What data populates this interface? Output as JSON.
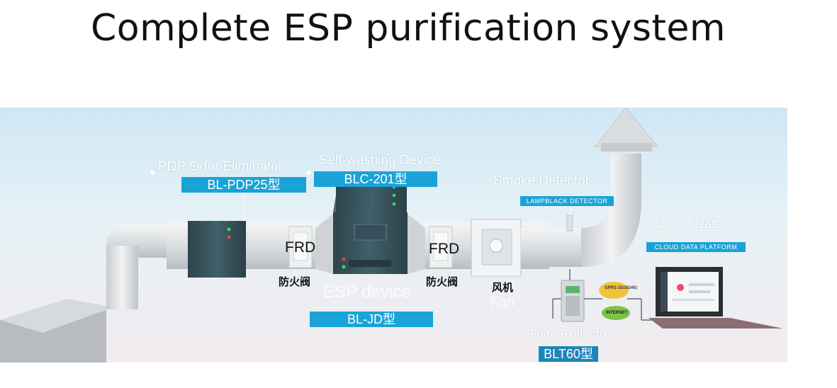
{
  "title": "Complete ESP purification system",
  "labels": {
    "pdp_name": "PDP Odor Eliminator",
    "pdp_model": "BL-PDP25型",
    "selfwash_name": "Self-washing Device",
    "selfwash_model": "BLC-201型",
    "smoke_name": "Smoke Detector",
    "smoke_tag": "LAMPBLACK DETECTOR",
    "cloud_name": "Cloud Data",
    "cloud_tag": "CLOUD DATA PLATFORM",
    "frd_left": "FRD",
    "frd_right": "FRD",
    "fire_valve_left": "防火阀",
    "fire_valve_right": "防火阀",
    "esp_name": "ESP device",
    "esp_model": "BL-JD型",
    "fan_cn": "风机",
    "fan_en": "Fan",
    "collector_name": "Data Collector",
    "collector_model": "BLT60型",
    "gprs": "GPRS 2G/3G/4G",
    "internet": "INTERNET"
  },
  "colors": {
    "tag_blue": "#1aa3d6",
    "unit_green": "#37525a",
    "duct_grey": "#dcdfe2",
    "cloud_yellow": "#f2c23a",
    "cloud_green": "#7fc24a"
  }
}
